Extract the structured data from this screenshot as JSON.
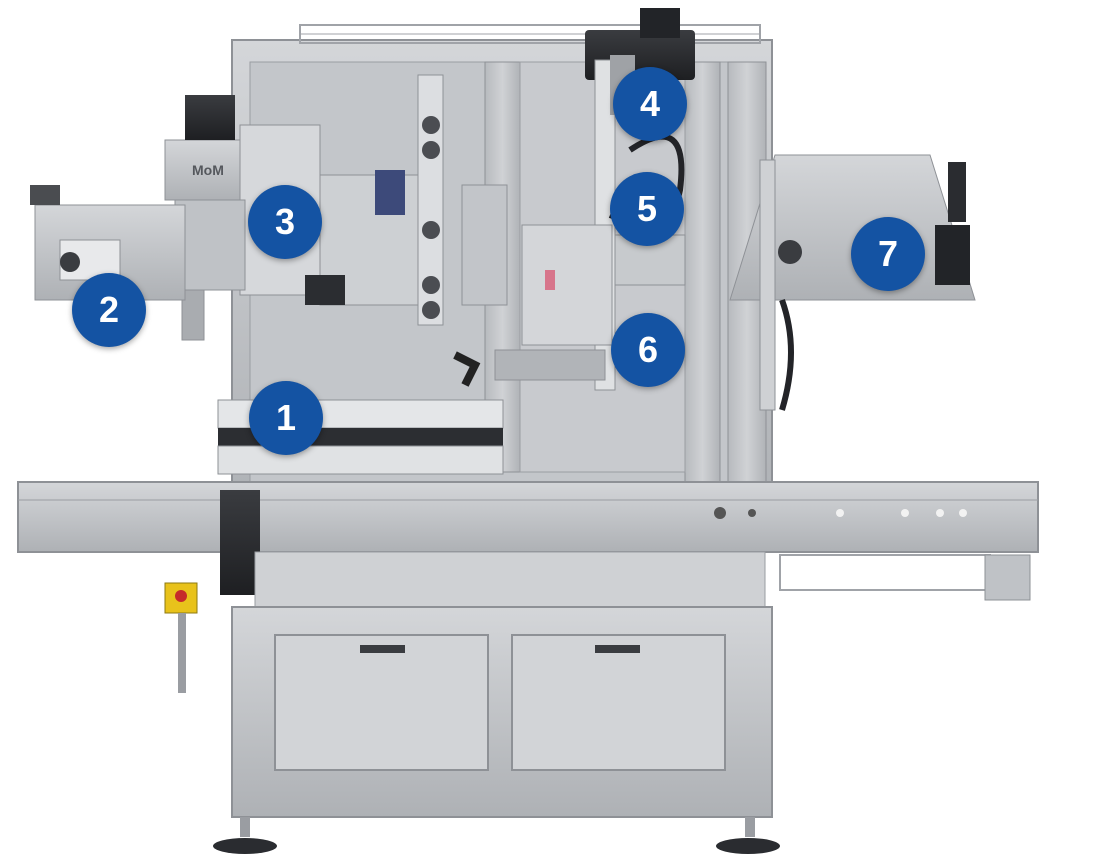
{
  "image": {
    "subject": "industrial labeling machine with numbered callouts",
    "callouts": [
      {
        "id": "c1",
        "label": "1"
      },
      {
        "id": "c2",
        "label": "2"
      },
      {
        "id": "c3",
        "label": "3"
      },
      {
        "id": "c4",
        "label": "4"
      },
      {
        "id": "c5",
        "label": "5"
      },
      {
        "id": "c6",
        "label": "6"
      },
      {
        "id": "c7",
        "label": "7"
      }
    ],
    "plate_text": "MoM",
    "colors": {
      "callout_fill": "#1453a3",
      "callout_text": "#ffffff",
      "machine_steel": "#b9bcc0",
      "machine_dark": "#2a2c30",
      "background": "#ffffff"
    }
  }
}
